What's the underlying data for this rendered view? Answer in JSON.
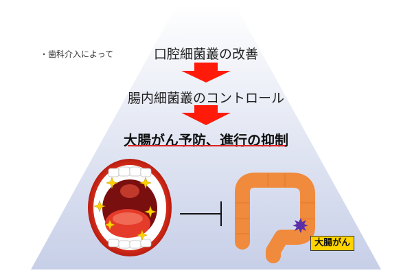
{
  "note": "・歯科介入によって",
  "steps": {
    "step1": "口腔細菌叢の改善",
    "step2": "腸内細菌叢のコントロール",
    "step3": "大腸がん予防、進行の抑制"
  },
  "colon_label": "大腸がん",
  "colors": {
    "arrow": "#ff1a0a",
    "pyramid_top": "#ffffff",
    "pyramid_bottom": "#c7cfe8",
    "underline": "#e02020",
    "colon": "#f08a3c",
    "label_bg": "#ffd400",
    "tumor": "#5a2fa8"
  }
}
